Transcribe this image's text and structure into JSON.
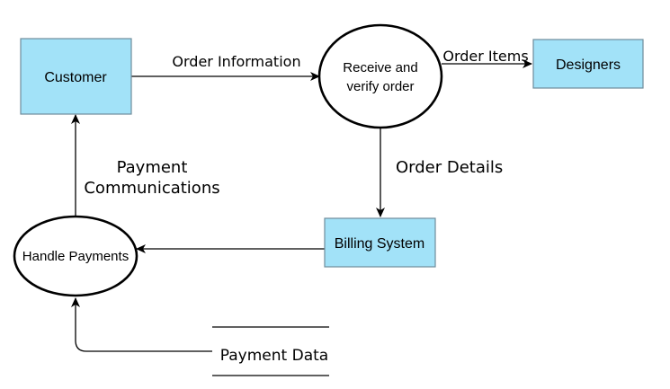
{
  "diagram": {
    "colors": {
      "entity_fill": "#a2e2f8",
      "entity_stroke": "#6f8d9b",
      "stroke": "#000000",
      "background": "#ffffff"
    },
    "entities": {
      "customer": "Customer",
      "designers": "Designers",
      "billing_system": "Billing System"
    },
    "processes": {
      "receive_verify_line1": "Receive and",
      "receive_verify_line2": "verify order",
      "handle_payments": "Handle Payments"
    },
    "data_store": {
      "label": "Payment Data"
    },
    "flows": {
      "order_information": "Order Information",
      "order_items": "Order Items",
      "order_details": "Order Details",
      "payment_communications_line1": "Payment",
      "payment_communications_line2": "Communications"
    }
  }
}
